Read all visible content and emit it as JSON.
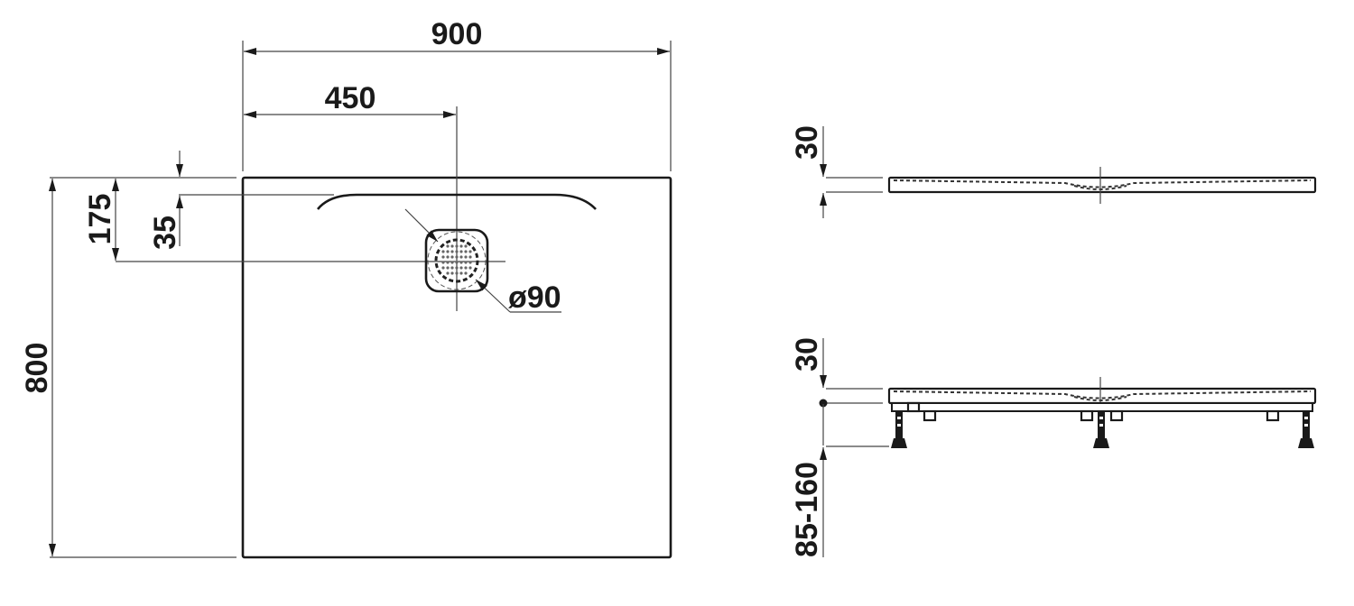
{
  "drawing": {
    "type": "shower tray technical drawing",
    "plan_view": {
      "width_label": "900",
      "drain_offset_x_label": "450",
      "depth_label": "800",
      "drain_offset_y_label": "175",
      "slot_offset_label": "35",
      "drain_diameter_label": "ø90"
    },
    "side_view_top": {
      "thickness_label": "30"
    },
    "side_view_bottom": {
      "thickness_label": "30",
      "leg_height_label": "85-160"
    }
  }
}
